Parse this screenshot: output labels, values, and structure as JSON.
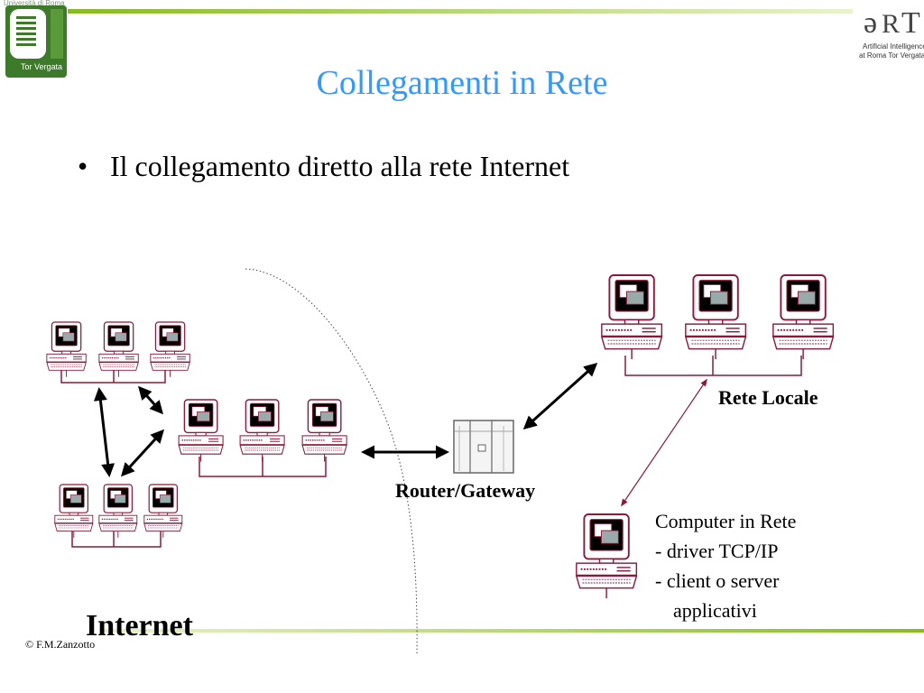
{
  "slide": {
    "title": "Collegamenti in Rete",
    "bullet_symbol": "•",
    "bullet_text": "Il collegamento diretto alla rete Internet"
  },
  "logos": {
    "university_caption": "Università di Roma",
    "university_name": "Tor Vergata",
    "art_line1": "Artificial Intelligence",
    "art_line2": "at Roma Tor Vergata",
    "art_mark": "art"
  },
  "diagram": {
    "router_label": "Router/Gateway",
    "lan_label": "Rete Locale",
    "pc_lines": [
      "Computer in Rete",
      "- driver TCP/IP",
      "- client o server",
      "applicativi"
    ],
    "internet_label": "Internet"
  },
  "footer": {
    "copyright": "© F.M.Zanzotto"
  },
  "colors": {
    "title": "#3399ff",
    "top_line": "#99cc33",
    "bottom_line": "#99cc33",
    "pc_outline": "#8b1a3a",
    "pc_fill": "#ffffff",
    "screen_pink": "#f3c7c0",
    "screen_blue": "#2244cc",
    "screen_green": "#33cc33"
  }
}
